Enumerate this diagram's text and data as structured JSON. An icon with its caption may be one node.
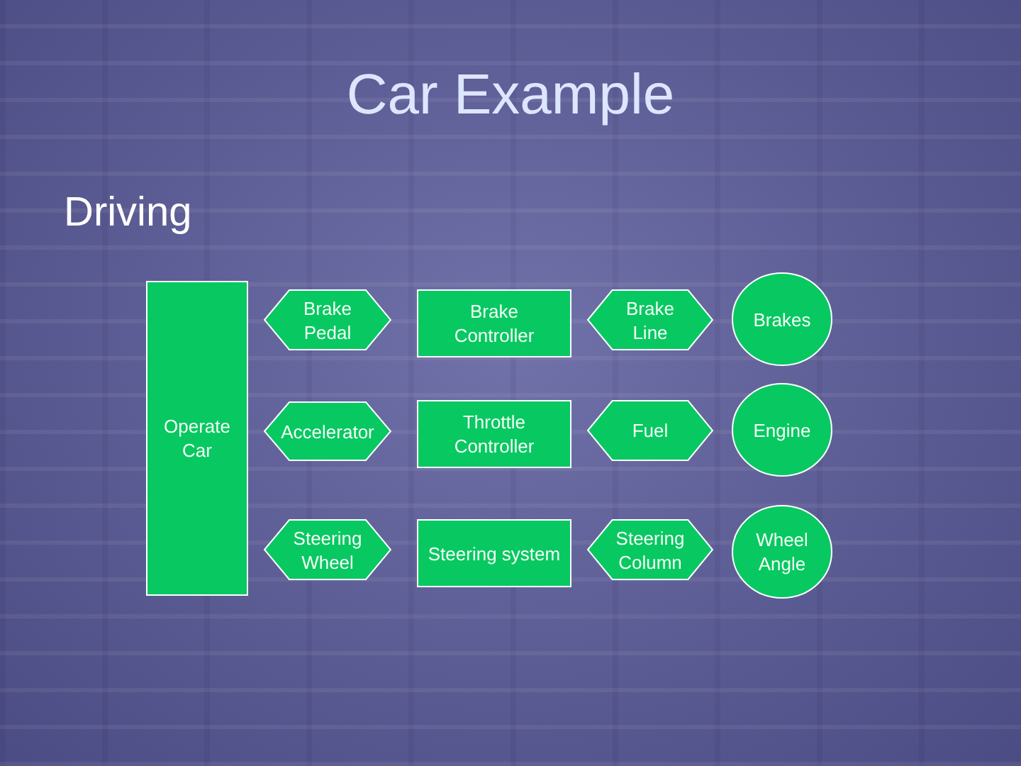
{
  "diagram": {
    "title": "Car Example",
    "nodes": [
      {
        "text": [
          "Operate Car"
        ]
      },
      {
        "text": [
          "Brake Pedal"
        ]
      },
      {
        "text": [
          "Brake Controller"
        ]
      },
      {
        "text": [
          "Brake Line"
        ]
      },
      {
        "text": [
          "Brakes"
        ]
      },
      {
        "text": [
          "Accelerator"
        ]
      },
      {
        "text": [
          "Throttle Controller"
        ]
      },
      {
        "text": [
          "Fuel"
        ]
      },
      {
        "text": [
          "Engine"
        ]
      },
      {
        "text": [
          "Steering Wheel"
        ]
      },
      {
        "text": [
          "Steering system"
        ]
      },
      {
        "text": [
          "Steering Column"
        ]
      },
      {
        "text": [
          "Wheel Angle"
        ]
      }
    ],
    "labels": [
      "Driving"
    ]
  }
}
